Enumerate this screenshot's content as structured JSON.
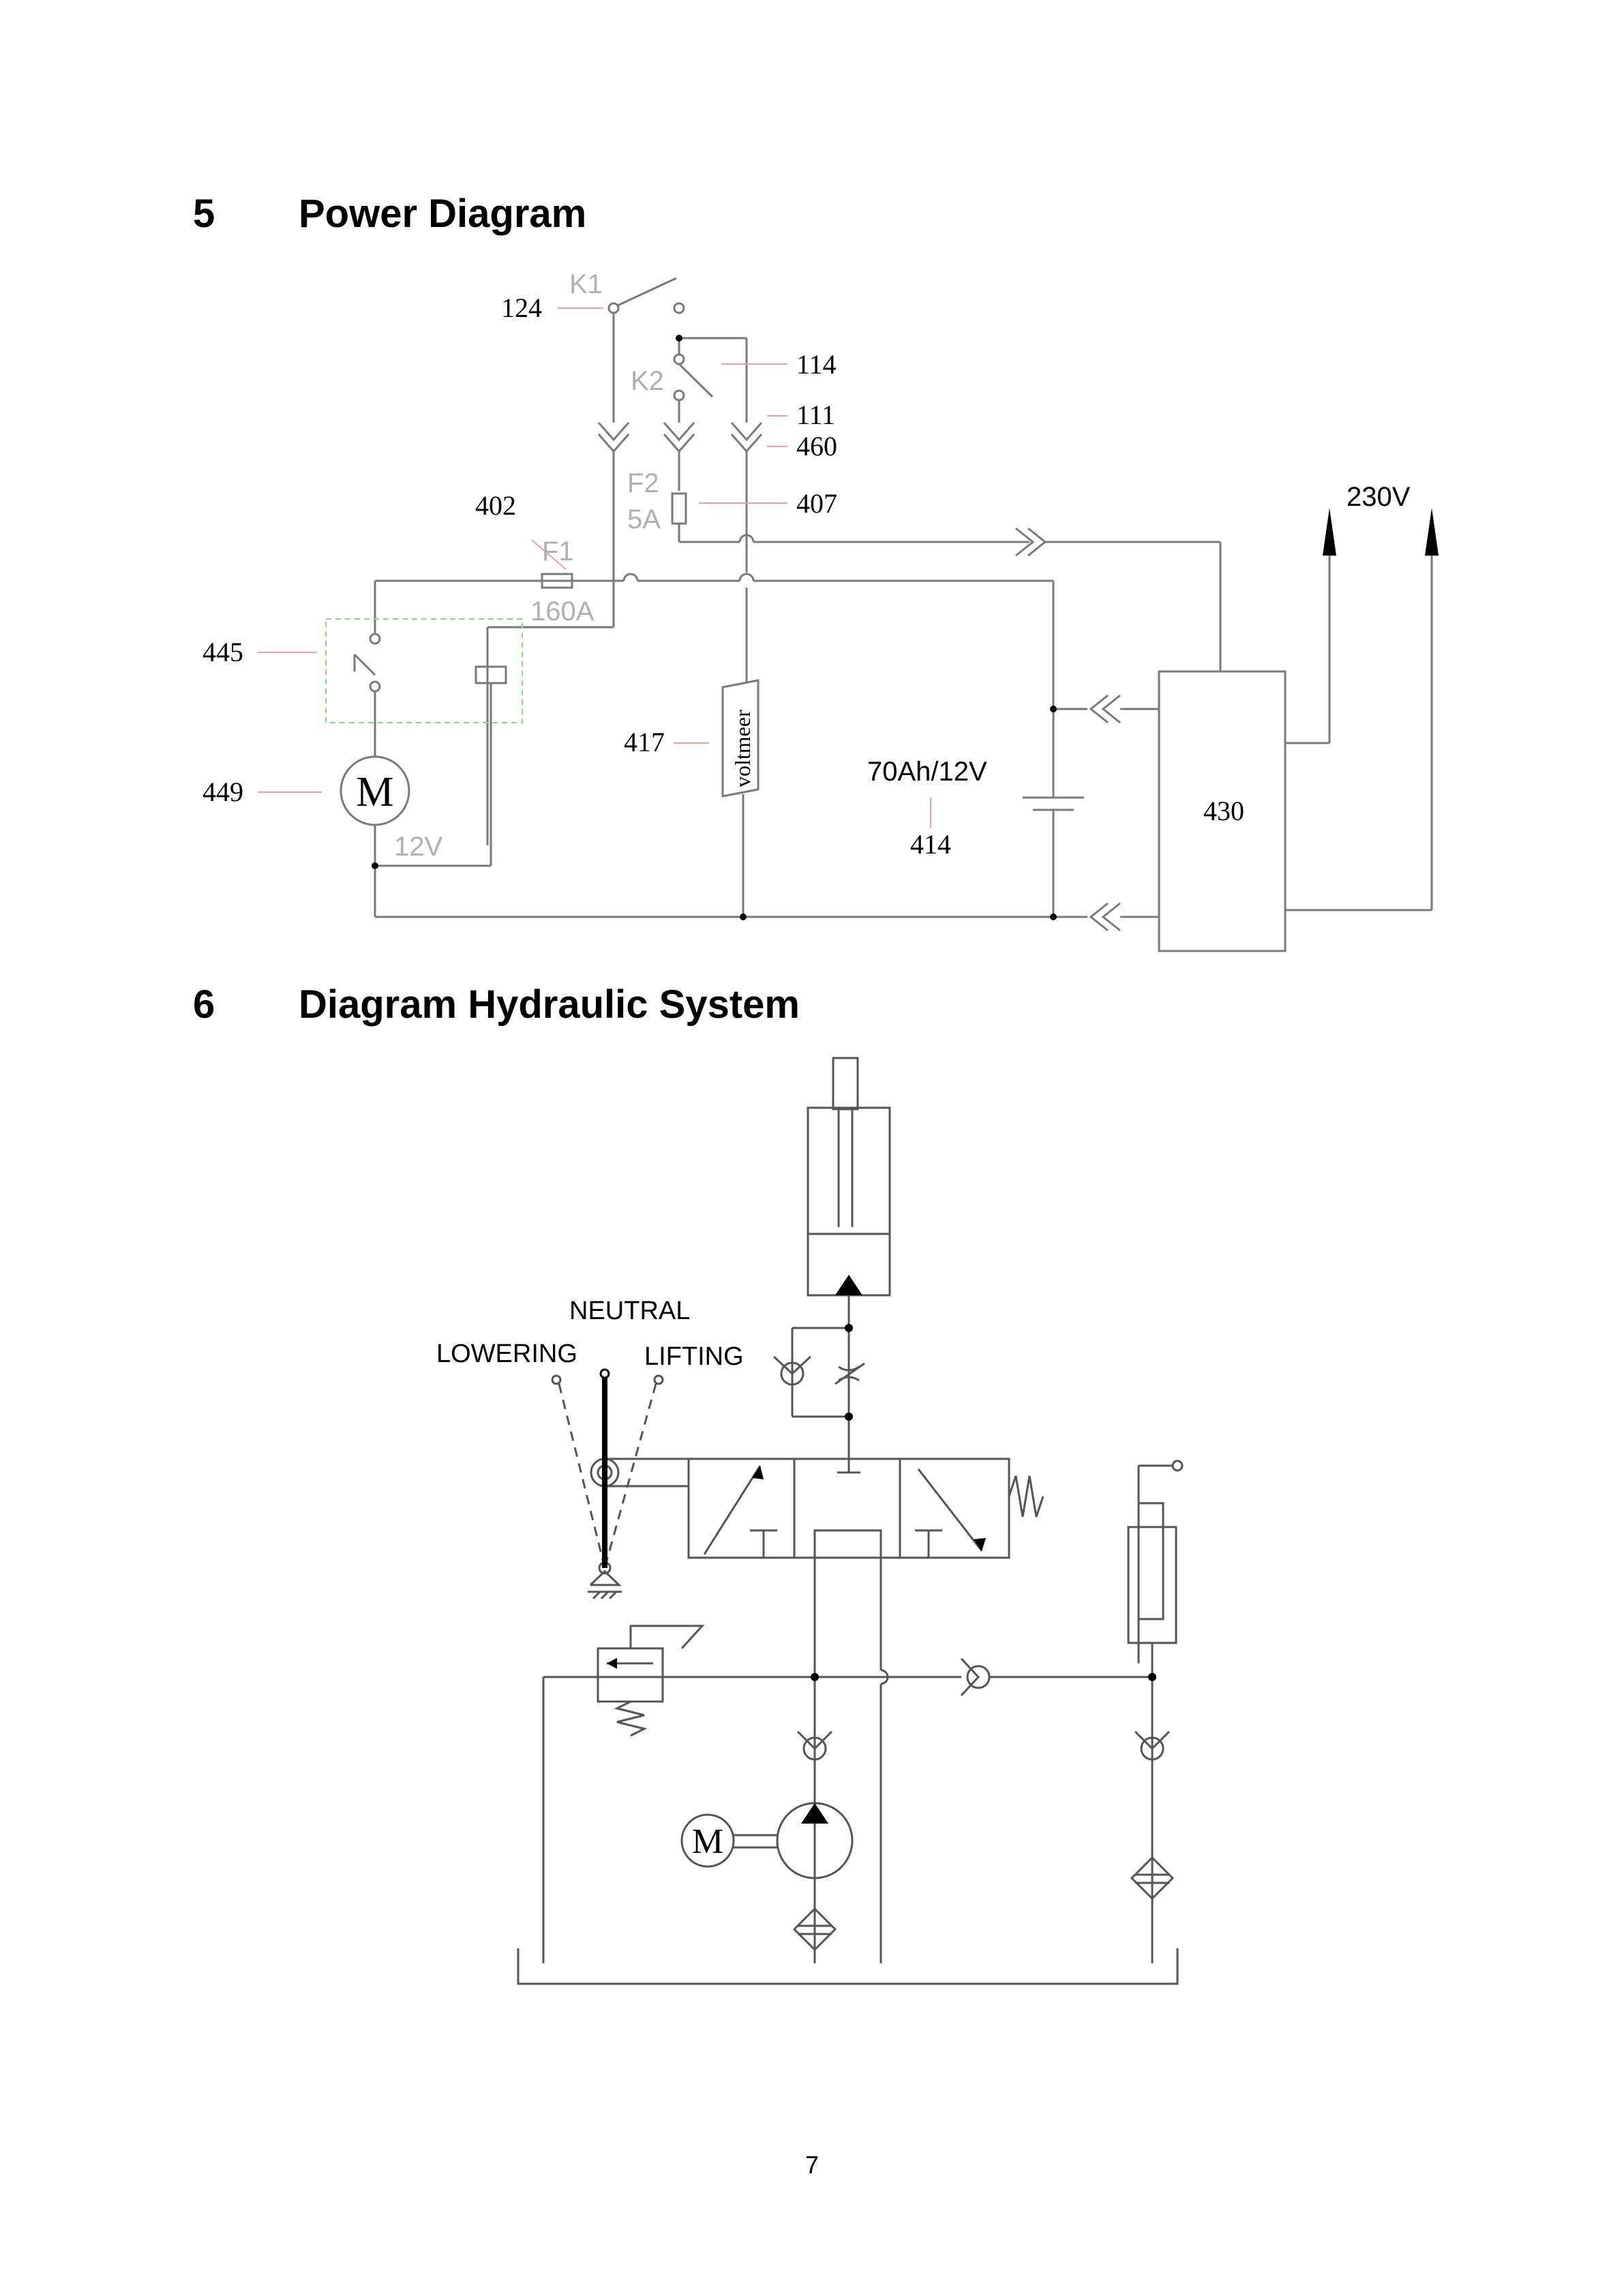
{
  "sections": [
    {
      "number": "5",
      "title": "Power Diagram"
    },
    {
      "number": "6",
      "title": "Diagram Hydraulic System"
    }
  ],
  "power_diagram": {
    "labels": {
      "k1": "K1",
      "k2": "K2",
      "f1": "F1",
      "f1_rating": "160A",
      "f2": "F2",
      "f2_rating": "5A",
      "motor": "M",
      "motor_voltage": "12V",
      "voltmeter": "voltmeer",
      "battery": "70Ah/12V",
      "ac_voltage": "230V",
      "ref_124": "124",
      "ref_114": "114",
      "ref_111": "111",
      "ref_460": "460",
      "ref_402": "402",
      "ref_407": "407",
      "ref_445": "445",
      "ref_449": "449",
      "ref_417": "417",
      "ref_414": "414",
      "ref_430": "430"
    }
  },
  "hydraulic_diagram": {
    "labels": {
      "neutral": "NEUTRAL",
      "lowering": "LOWERING",
      "lifting": "LIFTING",
      "motor": "M"
    }
  },
  "page_number": "7",
  "colors": {
    "line": "#7a7a7a",
    "dark_line": "#000000",
    "component_label": "#b0b0b0",
    "leader": "#e8a0a8",
    "dashed_box": "#8fd08f"
  }
}
